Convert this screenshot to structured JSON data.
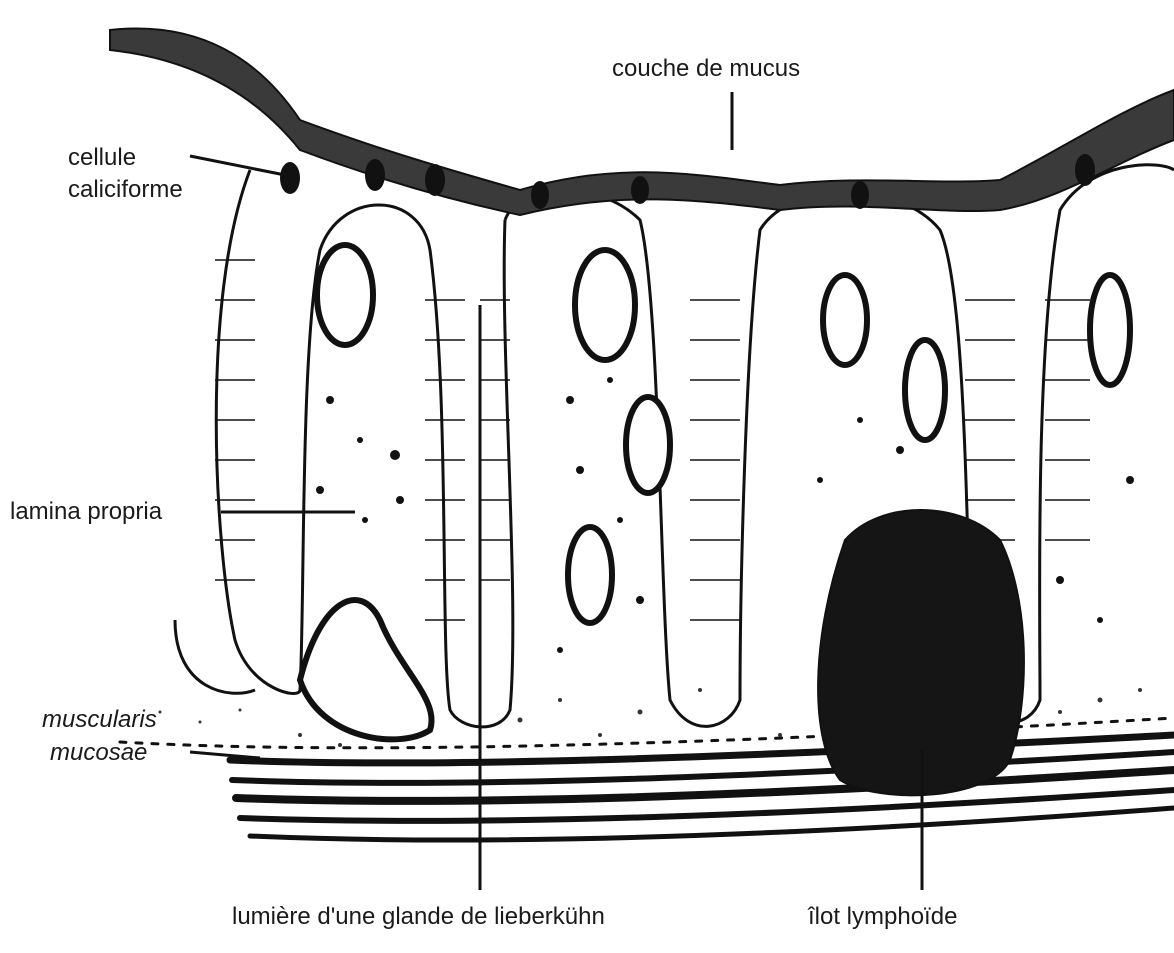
{
  "labels": {
    "mucus_layer": "couche de mucus",
    "goblet_line1": "cellule",
    "goblet_line2": "caliciforme",
    "lamina": "lamina propria",
    "muscularis_line1": "muscularis",
    "muscularis_line2": "mucosae",
    "gland_lumen": "lumière d'une glande de lieberkühn",
    "lymphoid": "îlot lymphoïde"
  }
}
